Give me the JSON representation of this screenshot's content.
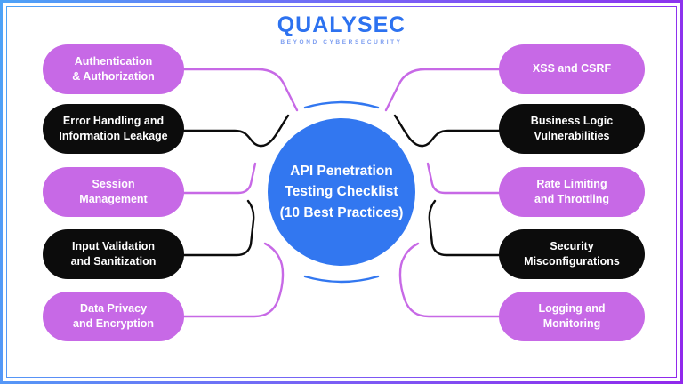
{
  "colors": {
    "purple": "#c769e6",
    "pill_black": "#0c0c0c",
    "blue": "#3277f0",
    "logo_blue": "#2d72f0",
    "tagline_blue": "#7b9cf0",
    "border_start": "#4da3f7",
    "border_mid": "#7b5cf5",
    "border_end": "#9128ec",
    "text_on_pill": "#ffffff"
  },
  "logo": {
    "brand": "QUALYSEC",
    "tagline": "BEYOND CYBERSECURITY"
  },
  "center": {
    "lines": [
      "API Penetration",
      "Testing Checklist",
      "(10 Best Practices)"
    ]
  },
  "left_items": [
    {
      "line1": "Authentication",
      "line2": "& Authorization",
      "style": "purple"
    },
    {
      "line1": "Error Handling and",
      "line2": "Information Leakage",
      "style": "black"
    },
    {
      "line1": "Session",
      "line2": "Management",
      "style": "purple"
    },
    {
      "line1": "Input Validation",
      "line2": "and Sanitization",
      "style": "black"
    },
    {
      "line1": "Data Privacy",
      "line2": "and Encryption",
      "style": "purple"
    }
  ],
  "right_items": [
    {
      "line1": "XSS and CSRF",
      "line2": "",
      "style": "purple"
    },
    {
      "line1": "Business Logic",
      "line2": "Vulnerabilities",
      "style": "black"
    },
    {
      "line1": "Rate Limiting",
      "line2": "and Throttling",
      "style": "purple"
    },
    {
      "line1": "Security",
      "line2": "Misconfigurations",
      "style": "black"
    },
    {
      "line1": "Logging and",
      "line2": "Monitoring",
      "style": "purple"
    }
  ]
}
